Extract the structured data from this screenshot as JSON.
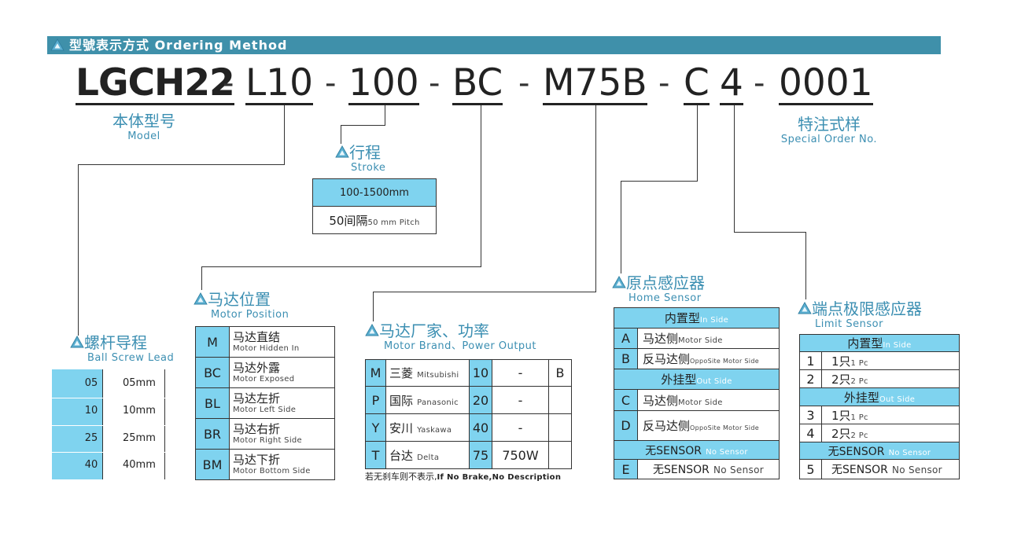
{
  "header": {
    "title": "型號表示方式 Ordering Method"
  },
  "code": {
    "model": "LGCH22",
    "lead": "L10",
    "stroke": "100",
    "position": "BC",
    "brand": "M75B",
    "sensor": "C",
    "limit": "4",
    "special": "0001",
    "dash": "-"
  },
  "labels": {
    "model": {
      "cn": "本体型号",
      "en": "Model"
    },
    "special": {
      "cn": "特注式样",
      "en": "Special Order No."
    },
    "stroke": {
      "cn": "行程",
      "en": "Stroke"
    },
    "position": {
      "cn": "马达位置",
      "en": "Motor Position"
    },
    "brand": {
      "cn": "马达厂家、功率",
      "en": "Motor Brand、Power Output"
    },
    "home": {
      "cn": "原点感应器",
      "en": "Home Sensor"
    },
    "limit": {
      "cn": "端点极限感应器",
      "en": "Limit Sensor"
    },
    "lead": {
      "cn": "螺杆导程",
      "en": "Ball Screw Lead"
    }
  },
  "stroke_table": {
    "range": "100-1500mm",
    "pitch_cn": "50间隔",
    "pitch_en": "50 mm Pitch"
  },
  "lead_table": [
    {
      "code": "05",
      "value": "05mm"
    },
    {
      "code": "10",
      "value": "10mm"
    },
    {
      "code": "25",
      "value": "25mm"
    },
    {
      "code": "40",
      "value": "40mm"
    }
  ],
  "position_table": [
    {
      "code": "M",
      "cn": "马达直结",
      "en": "Motor Hidden In"
    },
    {
      "code": "BC",
      "cn": "马达外露",
      "en": "Motor Exposed"
    },
    {
      "code": "BL",
      "cn": "马达左折",
      "en": "Motor Left Side"
    },
    {
      "code": "BR",
      "cn": "马达右折",
      "en": "Motor Right Side"
    },
    {
      "code": "BM",
      "cn": "马达下折",
      "en": "Motor Bottom Side"
    }
  ],
  "brand_table": [
    {
      "code": "M",
      "cn": "三菱",
      "en": "Mitsubishi",
      "num": "10",
      "power": "-",
      "brake": "B"
    },
    {
      "code": "P",
      "cn": "国际",
      "en": "Panasonic",
      "num": "20",
      "power": "-",
      "brake": ""
    },
    {
      "code": "Y",
      "cn": "安川",
      "en": "Yaskawa",
      "num": "40",
      "power": "-",
      "brake": ""
    },
    {
      "code": "T",
      "cn": "台达",
      "en": "Delta",
      "num": "75",
      "power": "750W",
      "brake": ""
    }
  ],
  "brand_note": {
    "cn": "若无刹车则不表示,",
    "en": "If No Brake,No Description"
  },
  "home_table": {
    "inside": {
      "cn": "内置型",
      "en": "In Side"
    },
    "outside": {
      "cn": "外挂型",
      "en": "Out Side"
    },
    "none": {
      "cn": "无SENSOR",
      "en": "No Sensor"
    },
    "rows": [
      {
        "code": "A",
        "cn": "马达侧",
        "en": "Motor Side"
      },
      {
        "code": "B",
        "cn": "反马达侧",
        "en": "OppoSite  Motor Side"
      },
      {
        "code": "C",
        "cn": "马达侧",
        "en": "Motor Side"
      },
      {
        "code": "D",
        "cn": "反马达侧",
        "en": "OppoSite Motor Side"
      },
      {
        "code": "E",
        "cn": "无SENSOR",
        "en": "No Sensor"
      }
    ]
  },
  "limit_table": {
    "inside": {
      "cn": "内置型",
      "en": "In Side"
    },
    "outside": {
      "cn": "外挂型",
      "en": "Out Side"
    },
    "none": {
      "cn": "无SENSOR",
      "en": "No Sensor"
    },
    "rows": [
      {
        "code": "1",
        "cn": "1只",
        "en": "1 Pc"
      },
      {
        "code": "2",
        "cn": "2只",
        "en": "2 Pc"
      },
      {
        "code": "3",
        "cn": "1只",
        "en": "1 Pc"
      },
      {
        "code": "4",
        "cn": "2只",
        "en": "2 Pc"
      },
      {
        "code": "5",
        "cn": "无SENSOR",
        "en": "No Sensor"
      }
    ]
  },
  "colors": {
    "accent": "#3f90aa",
    "cell": "#7fd3ef",
    "label": "#3c8fb2"
  }
}
